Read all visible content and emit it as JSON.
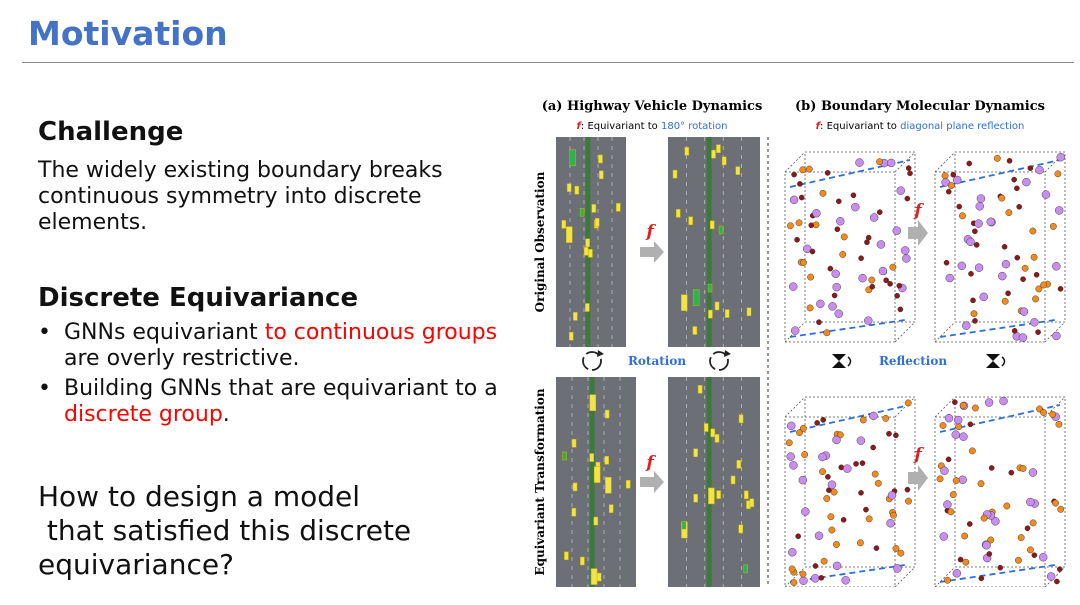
{
  "slide": {
    "title": "Motivation",
    "challenge_heading": "Challenge",
    "challenge_text": "The widely existing boundary breaks continuous symmetry into discrete elements.",
    "equivariance_heading": "Discrete Equivariance",
    "bullets": [
      {
        "before": "GNNs equivariant ",
        "highlight": "to continuous groups",
        "after": " are overly restrictive."
      },
      {
        "before": "Building GNNs that are equivariant to a ",
        "highlight": "discrete group",
        "after": "."
      }
    ],
    "question_lines": [
      "How to design a model",
      " that satisfied this discrete",
      "equivariance?"
    ]
  },
  "figure": {
    "panel_a_title": "(a) Highway Vehicle Dynamics",
    "panel_b_title": "(b) Boundary Molecular Dynamics",
    "panel_a_sub_prefix": "f",
    "panel_a_sub_text": ": Equivariant to ",
    "panel_a_sub_hl": "180° rotation",
    "panel_b_sub_prefix": "f",
    "panel_b_sub_text": ": Equivariant to ",
    "panel_b_sub_hl": "diagonal plane reflection",
    "row1_label": "Original Observation",
    "row2_label": "Equivariant Transformation",
    "rotation_label": "Rotation",
    "reflection_label": "Reflection",
    "f_symbol": "f",
    "colors": {
      "accent_blue": "#2e6fd8",
      "red_f": "#e02020",
      "road": "#6d6f76",
      "median": "#3b7a3b"
    }
  }
}
